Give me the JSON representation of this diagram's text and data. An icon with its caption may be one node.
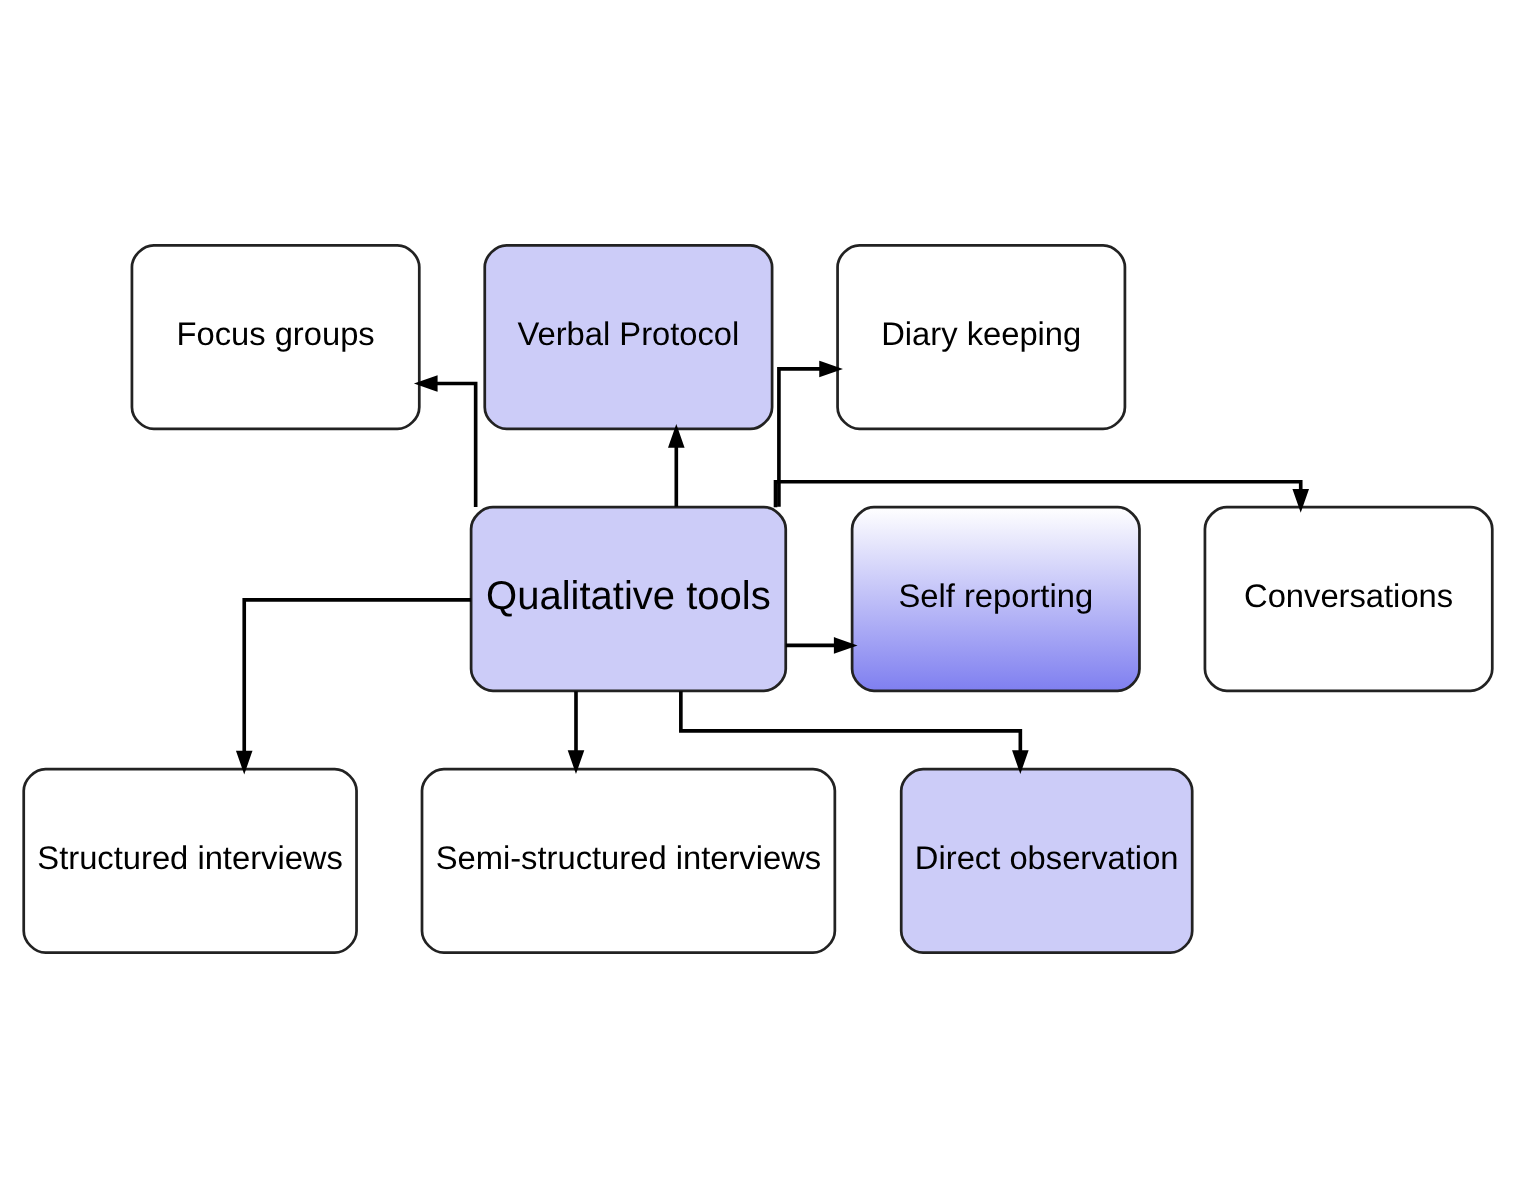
{
  "diagram": {
    "nodes": [
      {
        "text": [
          "Focus groups"
        ]
      },
      {
        "text": [
          "Verbal Protocol"
        ]
      },
      {
        "text": [
          "Diary keeping"
        ]
      },
      {
        "text": [
          "Conversations"
        ]
      },
      {
        "text": [
          "Qualitative tools"
        ]
      },
      {
        "text": [
          "Self reporting"
        ]
      },
      {
        "text": [
          "Structured interviews"
        ]
      },
      {
        "text": [
          "Semi-structured interviews"
        ]
      },
      {
        "text": [
          "Direct observation"
        ]
      }
    ],
    "edges": [
      {
        "from": 4,
        "to": 0,
        "arrow": "to"
      },
      {
        "from": 4,
        "to": 1,
        "arrow": "to"
      },
      {
        "from": 4,
        "to": 2,
        "arrow": "to"
      },
      {
        "from": 4,
        "to": 3,
        "arrow": "to"
      },
      {
        "from": 4,
        "to": 5,
        "arrow": "to"
      },
      {
        "from": 4,
        "to": 6,
        "arrow": "to"
      },
      {
        "from": 4,
        "to": 7,
        "arrow": "to"
      },
      {
        "from": 4,
        "to": 8,
        "arrow": "to"
      }
    ]
  }
}
